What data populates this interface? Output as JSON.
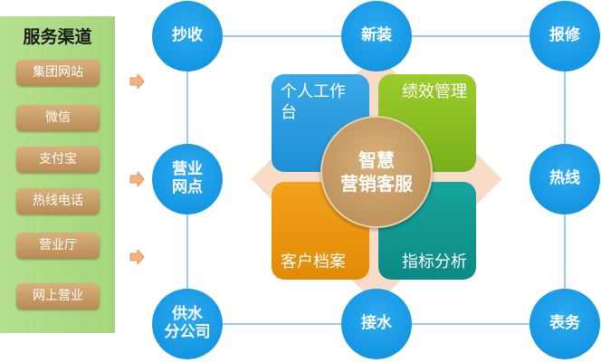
{
  "channels": {
    "title": "服务渠道",
    "items": [
      "集团网站",
      "微信",
      "支付宝",
      "热线电话",
      "营业厅",
      "网上营业"
    ]
  },
  "nodes": {
    "chaoshou": "抄收",
    "xinzhuang": "新装",
    "baoxiu": "报修",
    "yingye_line1": "营业",
    "yingye_line2": "网点",
    "rexian": "热线",
    "gongshui_line1": "供水",
    "gongshui_line2": "分公司",
    "jieshui": "接水",
    "biaowu": "表务"
  },
  "center": {
    "line1": "智慧",
    "line2": "营销客服",
    "quadrants": [
      "个人工作台",
      "绩效管理",
      "客户档案",
      "指标分析"
    ]
  },
  "colors": {
    "node": "#0a8fdc",
    "panel": "#a6d67c",
    "arrow": "#f5b27a"
  }
}
